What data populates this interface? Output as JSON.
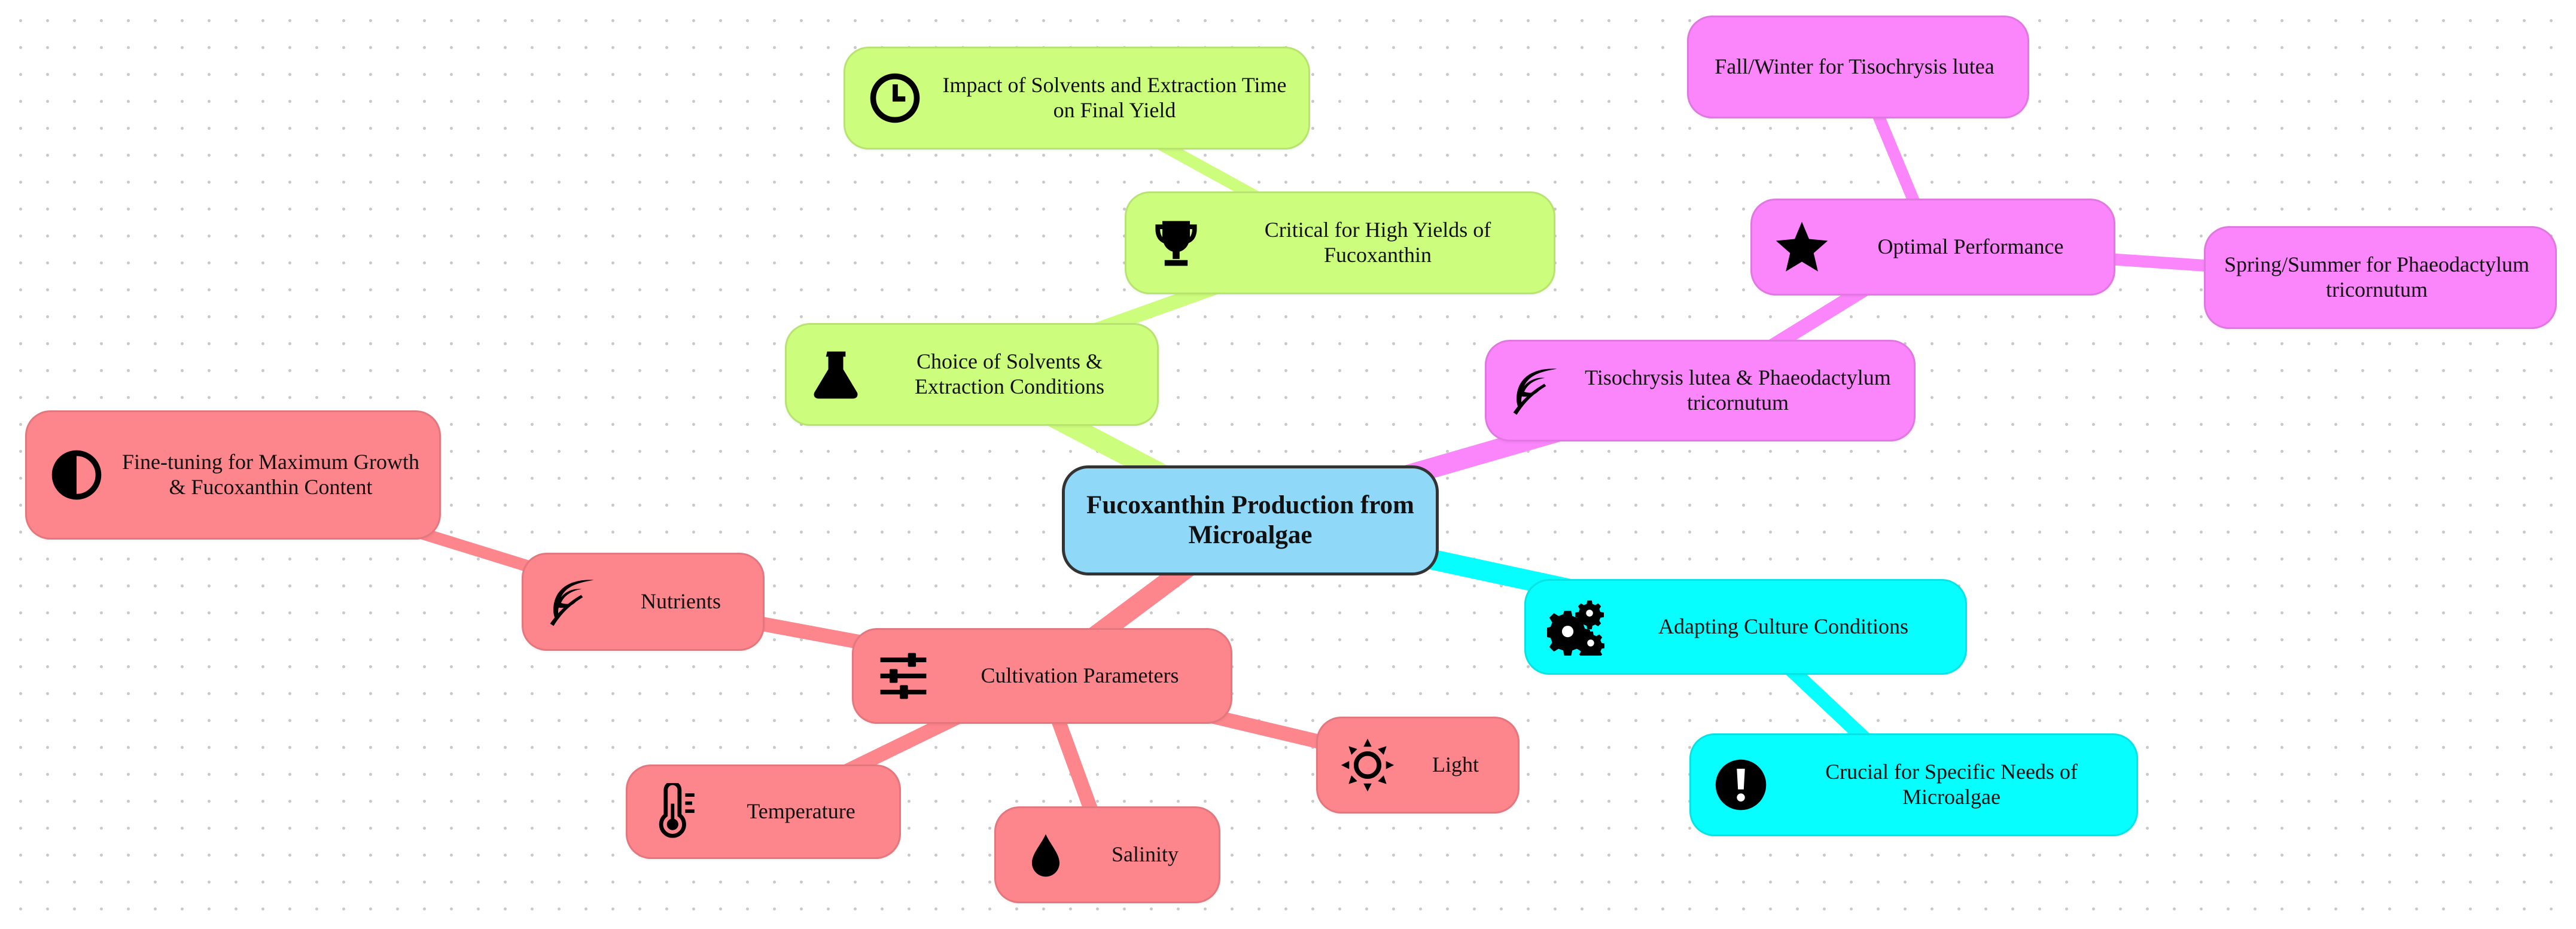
{
  "colors": {
    "root": "#8fd8f8",
    "root_border": "#333333",
    "solvents": "#cdfd7d",
    "solvents_link": "#cdfd7d",
    "species": "#fb85fb",
    "species_link": "#fb85fb",
    "culture": "#06fefe",
    "culture_link": "#06fefe",
    "cultivation": "#fd858c",
    "cultivation_link": "#fd858c"
  },
  "root": {
    "label": "Fucoxanthin Production from Microalgae"
  },
  "nodes": [
    {
      "id": "impact",
      "label": "Impact of Solvents and Extraction Time on Final Yield",
      "icon": "clock-icon",
      "group": "solvents"
    },
    {
      "id": "critical",
      "label": "Critical for High Yields of Fucoxanthin",
      "icon": "trophy-icon",
      "group": "solvents"
    },
    {
      "id": "solvents",
      "label": "Choice of Solvents & Extraction Conditions",
      "icon": "flask-icon",
      "group": "solvents"
    },
    {
      "id": "fallwinter",
      "label": "Fall/Winter for Tisochrysis lutea",
      "icon": "",
      "group": "species"
    },
    {
      "id": "optimal",
      "label": "Optimal Performance",
      "icon": "star-icon",
      "group": "species"
    },
    {
      "id": "springsummer",
      "label": "Spring/Summer for Phaeodactylum tricornutum",
      "icon": "",
      "group": "species"
    },
    {
      "id": "species",
      "label": "Tisochrysis lutea & Phaeodactylum tricornutum",
      "icon": "leaf-icon",
      "group": "species"
    },
    {
      "id": "adapting",
      "label": "Adapting Culture Conditions",
      "icon": "gears-icon",
      "group": "culture"
    },
    {
      "id": "crucial",
      "label": "Crucial for Specific Needs of Microalgae",
      "icon": "exclamation-icon",
      "group": "culture"
    },
    {
      "id": "finetuning",
      "label": "Fine-tuning for Maximum Growth & Fucoxanthin Content",
      "icon": "contrast-icon",
      "group": "cultivation"
    },
    {
      "id": "nutrients",
      "label": "Nutrients",
      "icon": "leaf-icon",
      "group": "cultivation"
    },
    {
      "id": "cultivation",
      "label": "Cultivation Parameters",
      "icon": "sliders-icon",
      "group": "cultivation"
    },
    {
      "id": "light",
      "label": "Light",
      "icon": "sun-icon",
      "group": "cultivation"
    },
    {
      "id": "temperature",
      "label": "Temperature",
      "icon": "thermometer-icon",
      "group": "cultivation"
    },
    {
      "id": "salinity",
      "label": "Salinity",
      "icon": "droplet-icon",
      "group": "cultivation"
    }
  ],
  "edges": [
    {
      "from": "root",
      "to": "solvents"
    },
    {
      "from": "solvents",
      "to": "critical"
    },
    {
      "from": "critical",
      "to": "impact"
    },
    {
      "from": "root",
      "to": "species"
    },
    {
      "from": "species",
      "to": "optimal"
    },
    {
      "from": "optimal",
      "to": "fallwinter"
    },
    {
      "from": "optimal",
      "to": "springsummer"
    },
    {
      "from": "root",
      "to": "adapting"
    },
    {
      "from": "adapting",
      "to": "crucial"
    },
    {
      "from": "root",
      "to": "cultivation"
    },
    {
      "from": "cultivation",
      "to": "nutrients"
    },
    {
      "from": "nutrients",
      "to": "finetuning"
    },
    {
      "from": "cultivation",
      "to": "light"
    },
    {
      "from": "cultivation",
      "to": "temperature"
    },
    {
      "from": "cultivation",
      "to": "salinity"
    }
  ]
}
